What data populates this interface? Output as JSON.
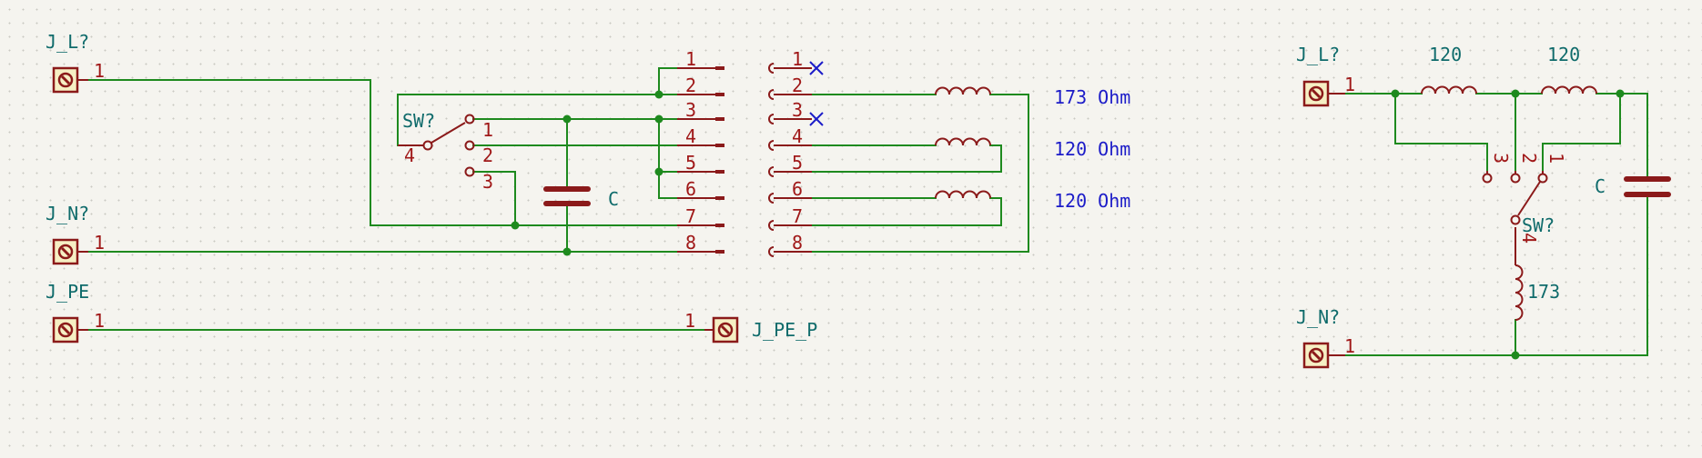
{
  "left_circuit": {
    "terminals": {
      "jl": {
        "ref": "J_L?",
        "pin": "1"
      },
      "jn": {
        "ref": "J_N?",
        "pin": "1"
      },
      "jpe": {
        "ref": "J_PE",
        "pin": "1"
      },
      "jpe_p": {
        "ref": "J_PE_P",
        "pin": "1"
      }
    },
    "switch": {
      "ref": "SW?",
      "pins": [
        "1",
        "2",
        "3",
        "4"
      ]
    },
    "capacitor": {
      "ref": "C"
    },
    "connector_left_pins": [
      "1",
      "2",
      "3",
      "4",
      "5",
      "6",
      "7",
      "8"
    ],
    "connector_right_pins": [
      "1",
      "2",
      "3",
      "4",
      "5",
      "6",
      "7",
      "8"
    ],
    "notes": [
      "173 Ohm",
      "120 Ohm",
      "120 Ohm"
    ]
  },
  "right_circuit": {
    "terminals": {
      "jl": {
        "ref": "J_L?",
        "pin": "1"
      },
      "jn": {
        "ref": "J_N?",
        "pin": "1"
      }
    },
    "inductor_values": [
      "120",
      "120",
      "173"
    ],
    "switch": {
      "ref": "SW?",
      "pins": [
        "3",
        "2",
        "1",
        "4"
      ]
    },
    "capacitor": {
      "ref": "C"
    }
  },
  "colors": {
    "wire": "#1e8a1e",
    "component": "#8b1a1a",
    "reference": "#0f6b6b",
    "pin_number": "#a01818",
    "note": "#1c1cc8",
    "background": "#f5f4ef"
  }
}
